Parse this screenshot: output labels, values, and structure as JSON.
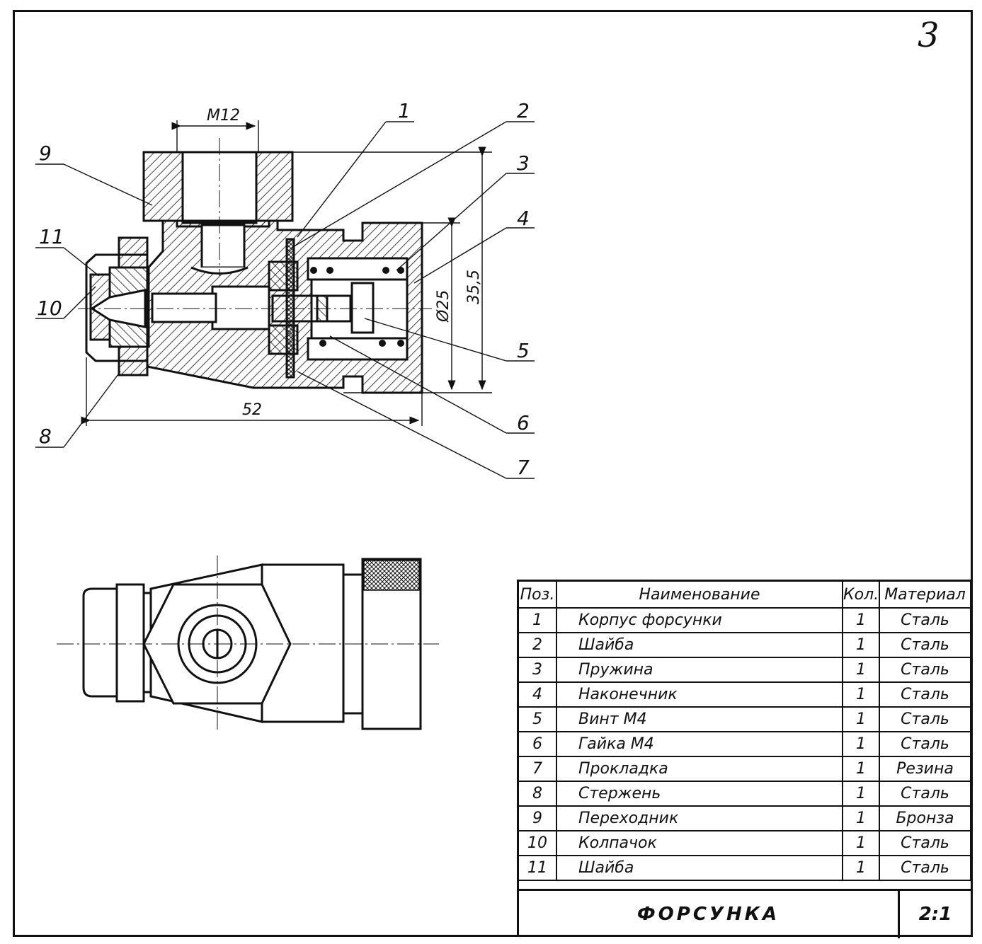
{
  "sheet_number": "3",
  "dimensions": {
    "thread": "M12",
    "height": "35,5",
    "diameter": "Ø25",
    "length": "52"
  },
  "callouts": [
    "1",
    "2",
    "3",
    "4",
    "5",
    "6",
    "7",
    "8",
    "9",
    "10",
    "11"
  ],
  "table": {
    "headers": {
      "pos": "Поз.",
      "name": "Наименование",
      "qty": "Кол.",
      "material": "Материал"
    },
    "rows": [
      {
        "pos": "1",
        "name": "Корпус  форсунки",
        "qty": "1",
        "material": "Сталь"
      },
      {
        "pos": "2",
        "name": "Шайба",
        "qty": "1",
        "material": "Сталь"
      },
      {
        "pos": "3",
        "name": "Пружина",
        "qty": "1",
        "material": "Сталь"
      },
      {
        "pos": "4",
        "name": "Наконечник",
        "qty": "1",
        "material": "Сталь"
      },
      {
        "pos": "5",
        "name": "Винт  М4",
        "qty": "1",
        "material": "Сталь"
      },
      {
        "pos": "6",
        "name": "Гайка  М4",
        "qty": "1",
        "material": "Сталь"
      },
      {
        "pos": "7",
        "name": "Прокладка",
        "qty": "1",
        "material": "Резина"
      },
      {
        "pos": "8",
        "name": "Стержень",
        "qty": "1",
        "material": "Сталь"
      },
      {
        "pos": "9",
        "name": "Переходник",
        "qty": "1",
        "material": "Бронза"
      },
      {
        "pos": "10",
        "name": "Колпачок",
        "qty": "1",
        "material": "Сталь"
      },
      {
        "pos": "11",
        "name": "Шайба",
        "qty": "1",
        "material": "Сталь"
      }
    ]
  },
  "title": "ФОРСУНКА",
  "scale": "2:1"
}
